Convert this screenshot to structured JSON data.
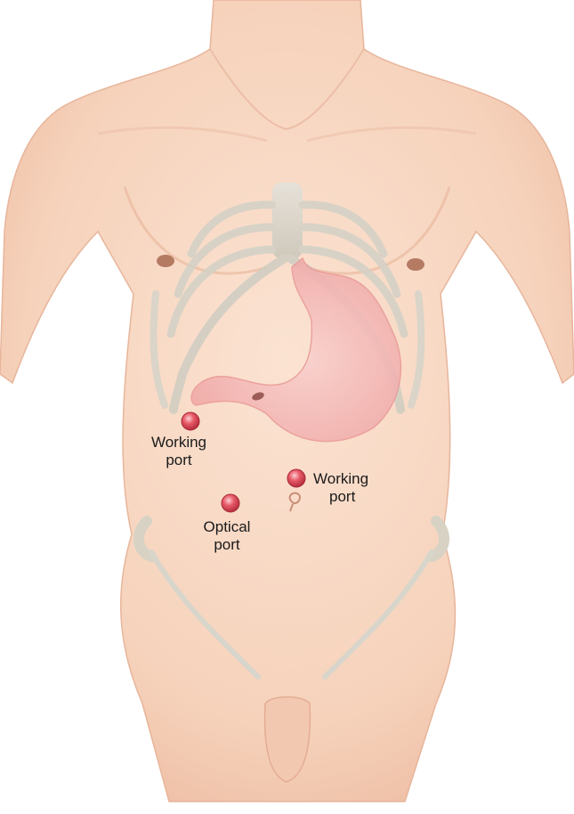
{
  "colors": {
    "skin": "#f7d8c4",
    "skin_shadow": "#ecb99f",
    "bone": "#dcdcd4",
    "stomach": "#f6b9b7",
    "port": "#e0505e"
  },
  "ports": [
    {
      "id": "left-working",
      "label_line1": "Working",
      "label_line2": "port"
    },
    {
      "id": "right-working",
      "label_line1": "Working",
      "label_line2": "port"
    },
    {
      "id": "optical",
      "label_line1": "Optical",
      "label_line2": "port"
    }
  ]
}
